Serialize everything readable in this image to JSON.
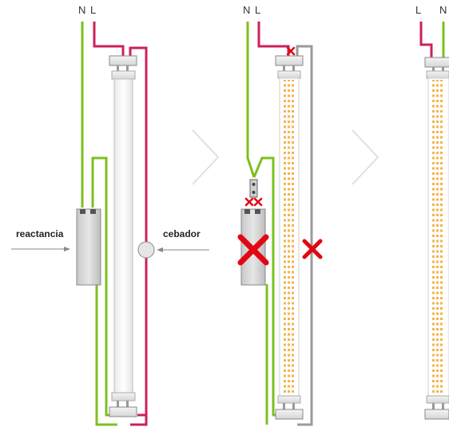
{
  "labels": {
    "n_panel1": "N",
    "l_panel1": "L",
    "n_panel2": "N",
    "l_panel2": "L",
    "l_panel3": "L",
    "n_panel3": "N",
    "reactancia": "reactancia",
    "cebador": "cebador"
  },
  "colors": {
    "neutral_wire": "#7cc01f",
    "live_wire": "#cc1f5c",
    "bypass_wire": "#9b9b9b",
    "cross": "#e30613",
    "led": "#f6b34a",
    "arrow": "#e0e0e0"
  },
  "icons": {
    "removal_mark": "red-x-icon",
    "step_arrow": "chevron-right-icon"
  }
}
